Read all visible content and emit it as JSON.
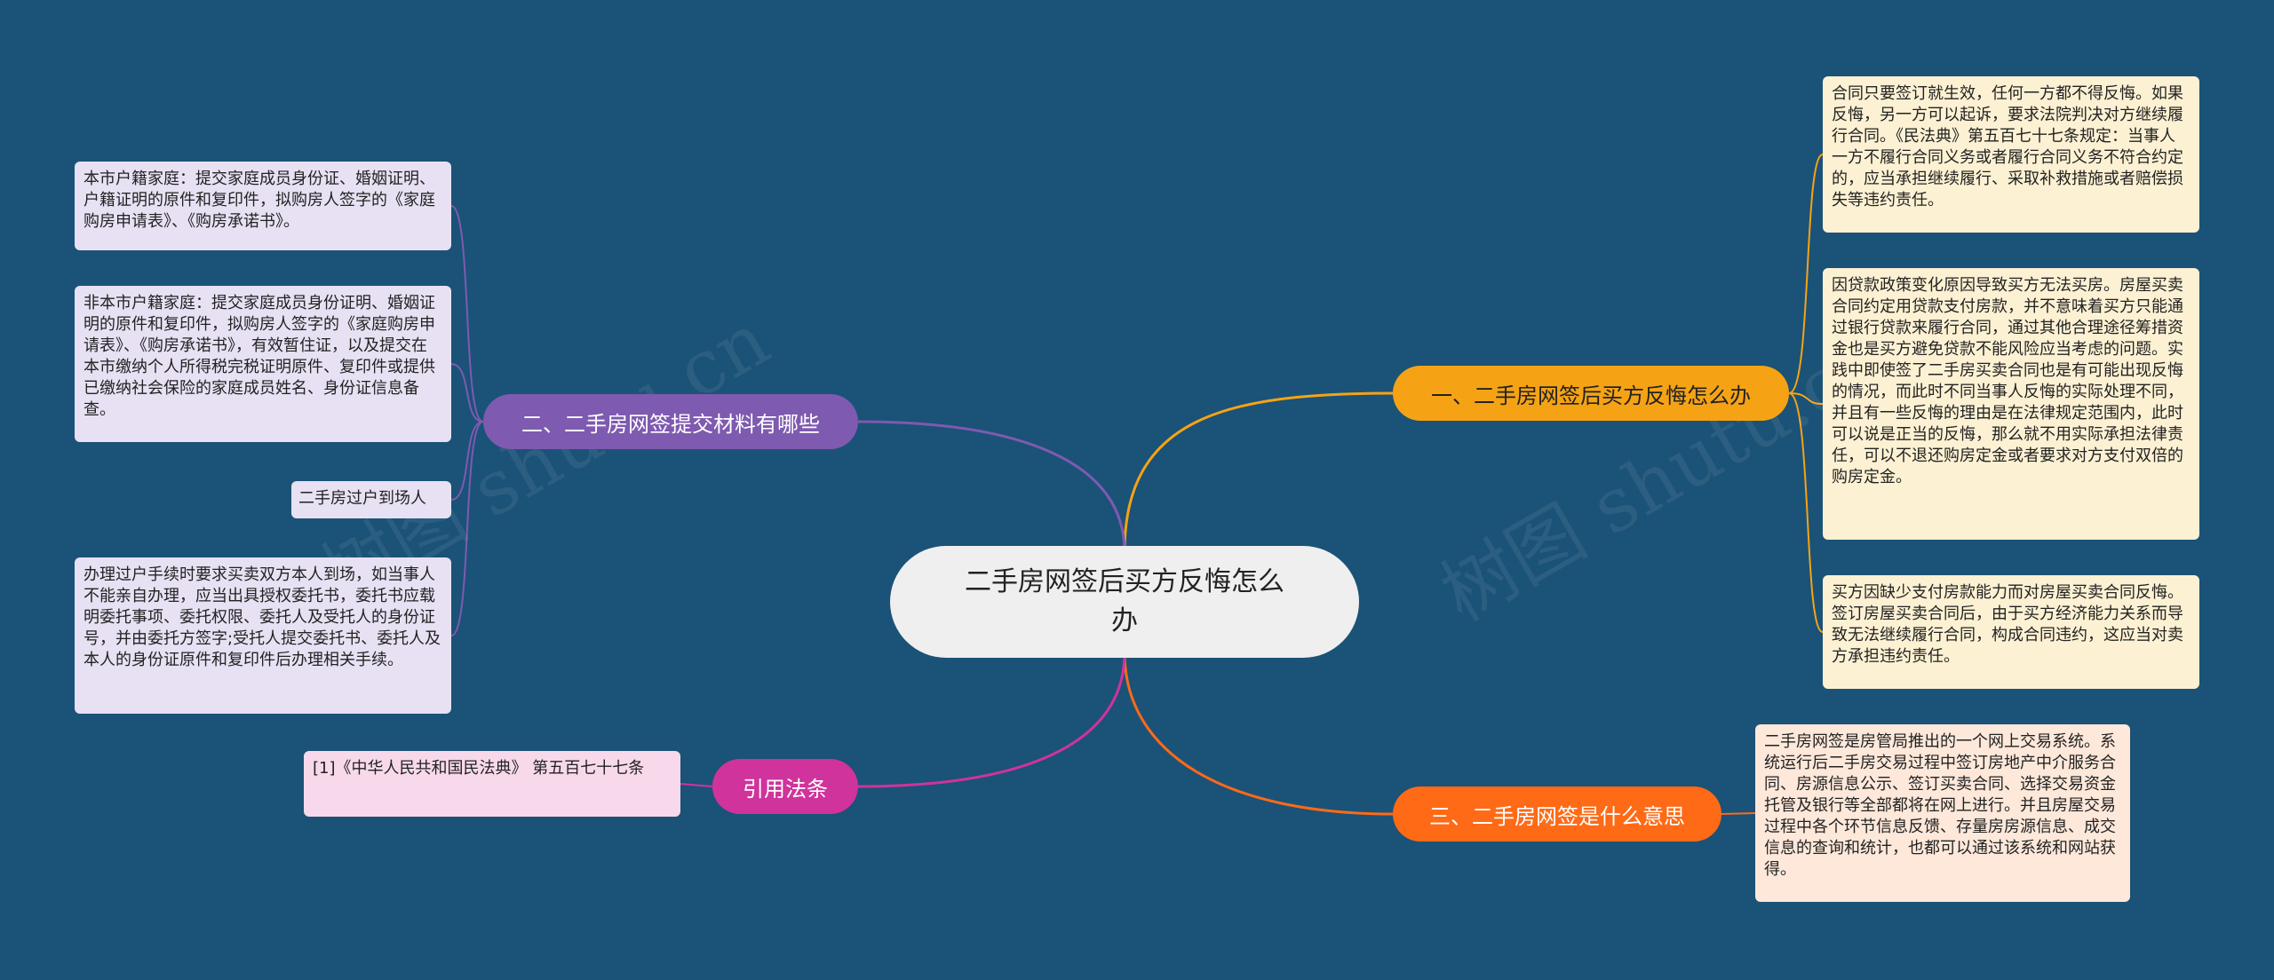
{
  "watermark": "树图 shutu.cn",
  "center": {
    "text": "二手房网签后买方反悔怎么办"
  },
  "colors": {
    "background": "#1b5277",
    "branch1": "#f5a315",
    "branch2": "#7e5ab0",
    "branch3": "#ff6a16",
    "branch4": "#d0339b"
  },
  "branches": [
    {
      "label": "一、二手房网签后买方反悔怎么办",
      "leaves": [
        "合同只要签订就生效，任何一方都不得反悔。如果反悔，另一方可以起诉，要求法院判决对方继续履行合同。《民法典》第五百七十七条规定：当事人一方不履行合同义务或者履行合同义务不符合约定的，应当承担继续履行、采取补救措施或者赔偿损失等违约责任。",
        "因贷款政策变化原因导致买方无法买房。房屋买卖合同约定用贷款支付房款，并不意味着买方只能通过银行贷款来履行合同，通过其他合理途径筹措资金也是买方避免贷款不能风险应当考虑的问题。实践中即使签了二手房买卖合同也是有可能出现反悔的情况，而此时不同当事人反悔的实际处理不同，并且有一些反悔的理由是在法律规定范围内，此时可以说是正当的反悔，那么就不用实际承担法律责任，可以不退还购房定金或者要求对方支付双倍的购房定金。",
        "买方因缺少支付房款能力而对房屋买卖合同反悔。签订房屋买卖合同后，由于买方经济能力关系而导致无法继续履行合同，构成合同违约，这应当对卖方承担违约责任。"
      ]
    },
    {
      "label": "二、二手房网签提交材料有哪些",
      "leaves": [
        "本市户籍家庭：提交家庭成员身份证、婚姻证明、户籍证明的原件和复印件，拟购房人签字的《家庭购房申请表》、《购房承诺书》。",
        "非本市户籍家庭：提交家庭成员身份证明、婚姻证明的原件和复印件，拟购房人签字的《家庭购房申请表》、《购房承诺书》，有效暂住证，以及提交在本市缴纳个人所得税完税证明原件、复印件或提供已缴纳社会保险的家庭成员姓名、身份证信息备查。",
        "二手房过户到场人",
        "办理过户手续时要求买卖双方本人到场，如当事人不能亲自办理，应当出具授权委托书，委托书应载明委托事项、委托权限、委托人及受托人的身份证号，并由委托方签字;受托人提交委托书、委托人及本人的身份证原件和复印件后办理相关手续。"
      ]
    },
    {
      "label": "三、二手房网签是什么意思",
      "leaves": [
        "二手房网签是房管局推出的一个网上交易系统。系统运行后二手房交易过程中签订房地产中介服务合同、房源信息公示、签订买卖合同、选择交易资金托管及银行等全部都将在网上进行。并且房屋交易过程中各个环节信息反馈、存量房房源信息、成交信息的查询和统计，也都可以通过该系统和网站获得。"
      ]
    },
    {
      "label": "引用法条",
      "leaves": [
        "[1]《中华人民共和国民法典》 第五百七十七条"
      ]
    }
  ]
}
